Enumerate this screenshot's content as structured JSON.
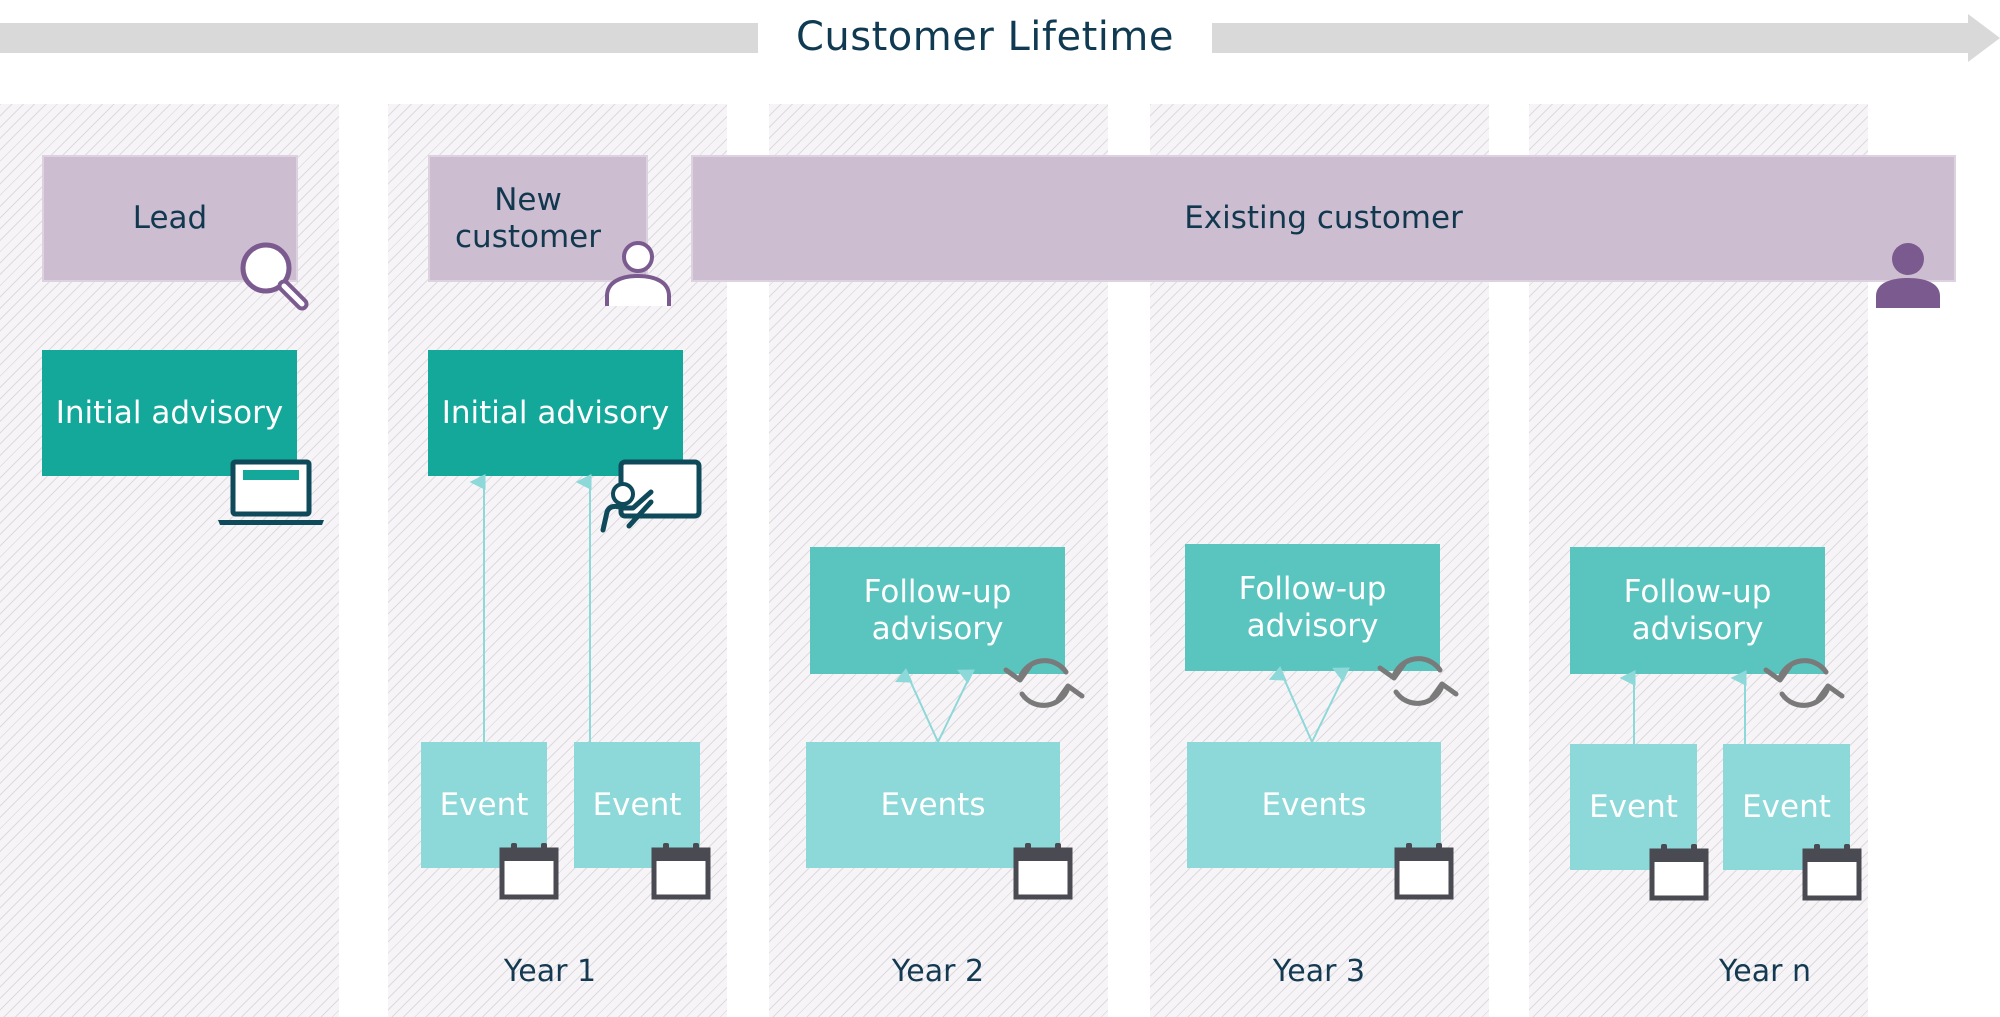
{
  "title": "Customer Lifetime",
  "stages": {
    "lead": "Lead",
    "new_customer": "New customer",
    "existing_customer": "Existing customer"
  },
  "advisory": {
    "initial_1": "Initial advisory",
    "initial_2": "Initial advisory",
    "followup_year2": "Follow-up advisory",
    "followup_year3": "Follow-up advisory",
    "followup_yearn": "Follow-up advisory"
  },
  "events": {
    "year1_a": "Event",
    "year1_b": "Event",
    "year2": "Events",
    "year3": "Events",
    "yearn_a": "Event",
    "yearn_b": "Event"
  },
  "years": [
    "Year 1",
    "Year 2",
    "Year 3",
    "Year n"
  ],
  "icons": {
    "lead": "magnifier-icon",
    "new_customer": "person-outline-icon",
    "existing_customer": "person-filled-icon",
    "initial_advisory_online": "laptop-icon",
    "initial_advisory_in_person": "presentation-icon",
    "followup": "refresh-cycle-icon",
    "event": "calendar-icon"
  },
  "colors": {
    "timeline_arrow": "#d9d9d9",
    "stage": "#cdbdd0",
    "stage_icon": "#7b5b8f",
    "initial_advisory": "#13a89a",
    "followup_advisory": "#5ac4bf",
    "event": "#8dd8d8",
    "text_dark": "#0f3a52",
    "icon_gray": "#4a4a52"
  }
}
